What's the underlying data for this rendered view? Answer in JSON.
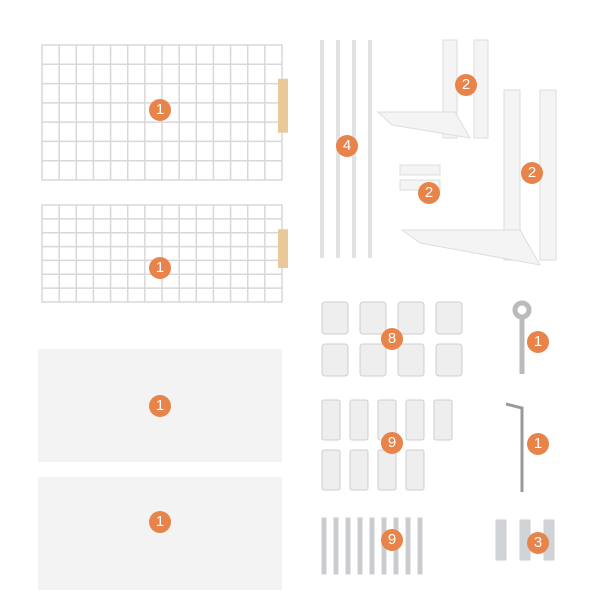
{
  "badge_color": "#e8834a",
  "parts": [
    {
      "name": "wire-basket-top",
      "qty": "1"
    },
    {
      "name": "wire-basket-bottom",
      "qty": "1"
    },
    {
      "name": "support-rods",
      "qty": "4"
    },
    {
      "name": "bracket-small",
      "qty": "2"
    },
    {
      "name": "bracket-large",
      "qty": "2"
    },
    {
      "name": "adhesive-pads",
      "qty": "2"
    },
    {
      "name": "clips",
      "qty": "8"
    },
    {
      "name": "wrench",
      "qty": "1"
    },
    {
      "name": "shelf-panel-top",
      "qty": "1"
    },
    {
      "name": "connectors",
      "qty": "9"
    },
    {
      "name": "hex-key",
      "qty": "1"
    },
    {
      "name": "shelf-panel-bottom",
      "qty": "1"
    },
    {
      "name": "screws",
      "qty": "9"
    },
    {
      "name": "anchors",
      "qty": "3"
    }
  ]
}
